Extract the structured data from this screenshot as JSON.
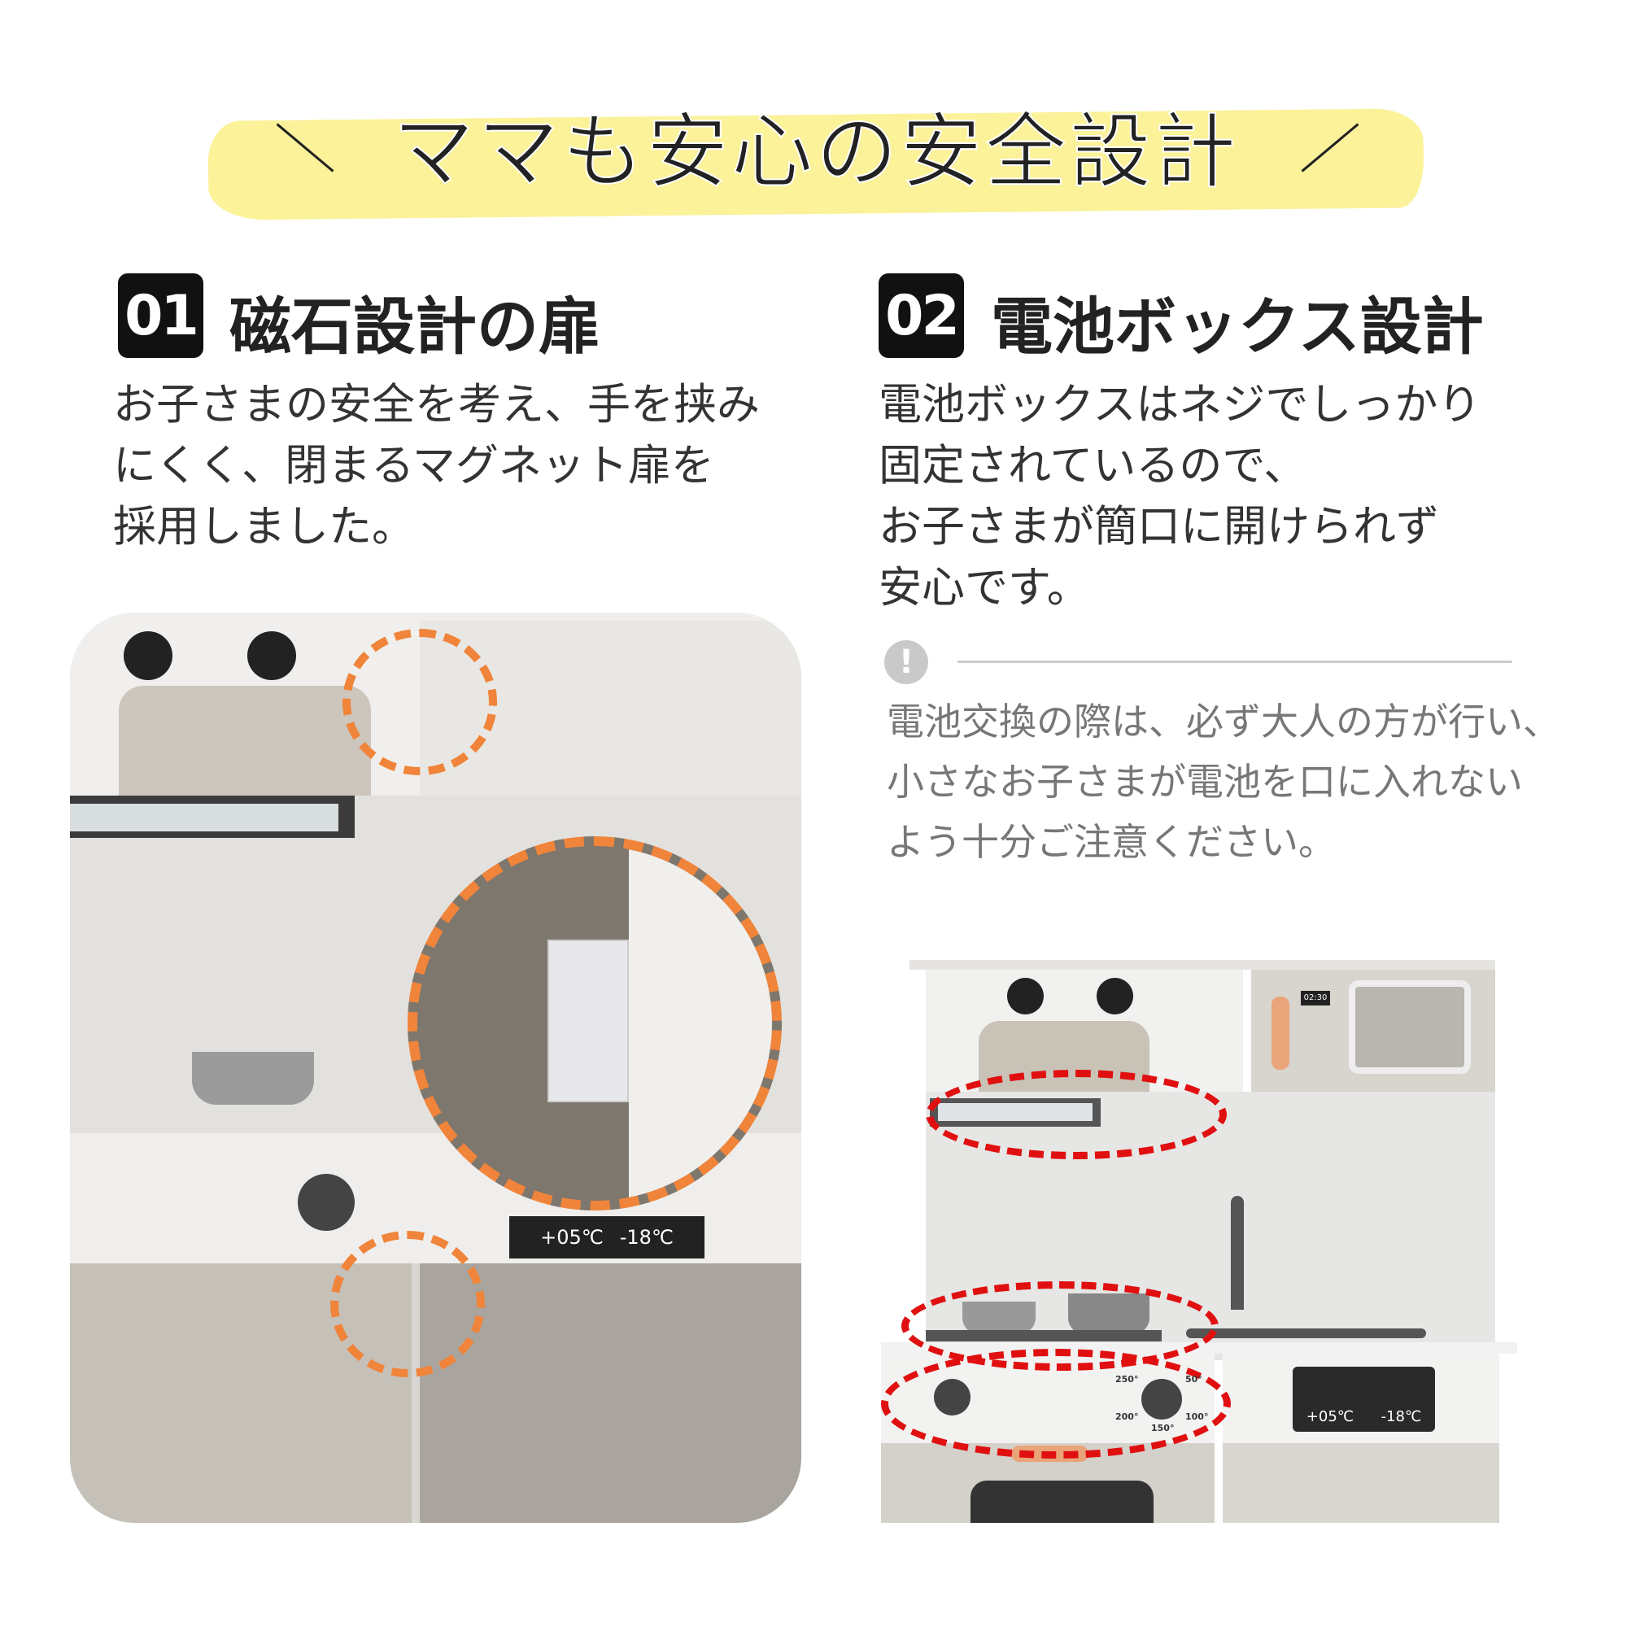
{
  "banner": {
    "title": "ママも安心の安全設計"
  },
  "feature1": {
    "number": "01",
    "heading": "磁石設計の扉",
    "body": "お子さまの安全を考え、手を挟み\nにくく、閉まるマグネット扉を\n採用しました。"
  },
  "feature2": {
    "number": "02",
    "heading": "電池ボックス設計",
    "body": "電池ボックスはネジでしっかり\n固定されているので、\nお子さまが簡口に開けられず\n安心です。"
  },
  "warning": {
    "icon": "!",
    "text": "電池交換の際は、必ず大人の方が行い、\n小さなお子さまが電池を口に入れない\nよう十分ご注意ください。"
  },
  "product": {
    "fridge_temp": "+05℃",
    "freezer_temp": "-18℃",
    "clock": "02:30",
    "oven_dial": [
      "250°",
      "50°",
      "200°",
      "100°",
      "150°"
    ]
  },
  "colors": {
    "highlight": "#fbf29a",
    "magnet_circle": "#f0843a",
    "battery_circle": "#e01010"
  }
}
